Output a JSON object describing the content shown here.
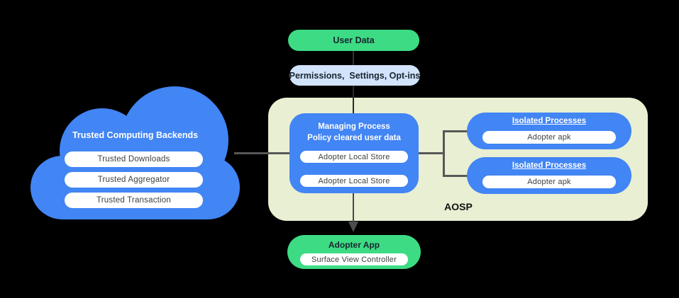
{
  "diagram": {
    "user_data": {
      "label": "User Data"
    },
    "permissions": {
      "label": "Permissions,  Settings, Opt-ins"
    },
    "cloud": {
      "title": "Trusted Computing Backends",
      "items": [
        "Trusted Downloads",
        "Trusted Aggregator",
        "Trusted Transaction"
      ]
    },
    "aosp": {
      "label": "AOSP",
      "managing_process": {
        "title_line1": "Managing Process",
        "title_line2": "Policy cleared user data",
        "stores": [
          "Adopter Local Store",
          "Adopter Local Store"
        ]
      },
      "isolated_processes": [
        {
          "title": "Isolated Processes",
          "item": "Adopter apk"
        },
        {
          "title": "Isolated Processes",
          "item": "Adopter apk"
        }
      ]
    },
    "adopter_app": {
      "title": "Adopter App",
      "item": "Surface View Controller"
    },
    "colors": {
      "green": "#3ddc84",
      "light_blue": "#d2e3fc",
      "blue": "#4285f4",
      "aosp_background": "#e9efd2",
      "line": "#575757"
    }
  }
}
